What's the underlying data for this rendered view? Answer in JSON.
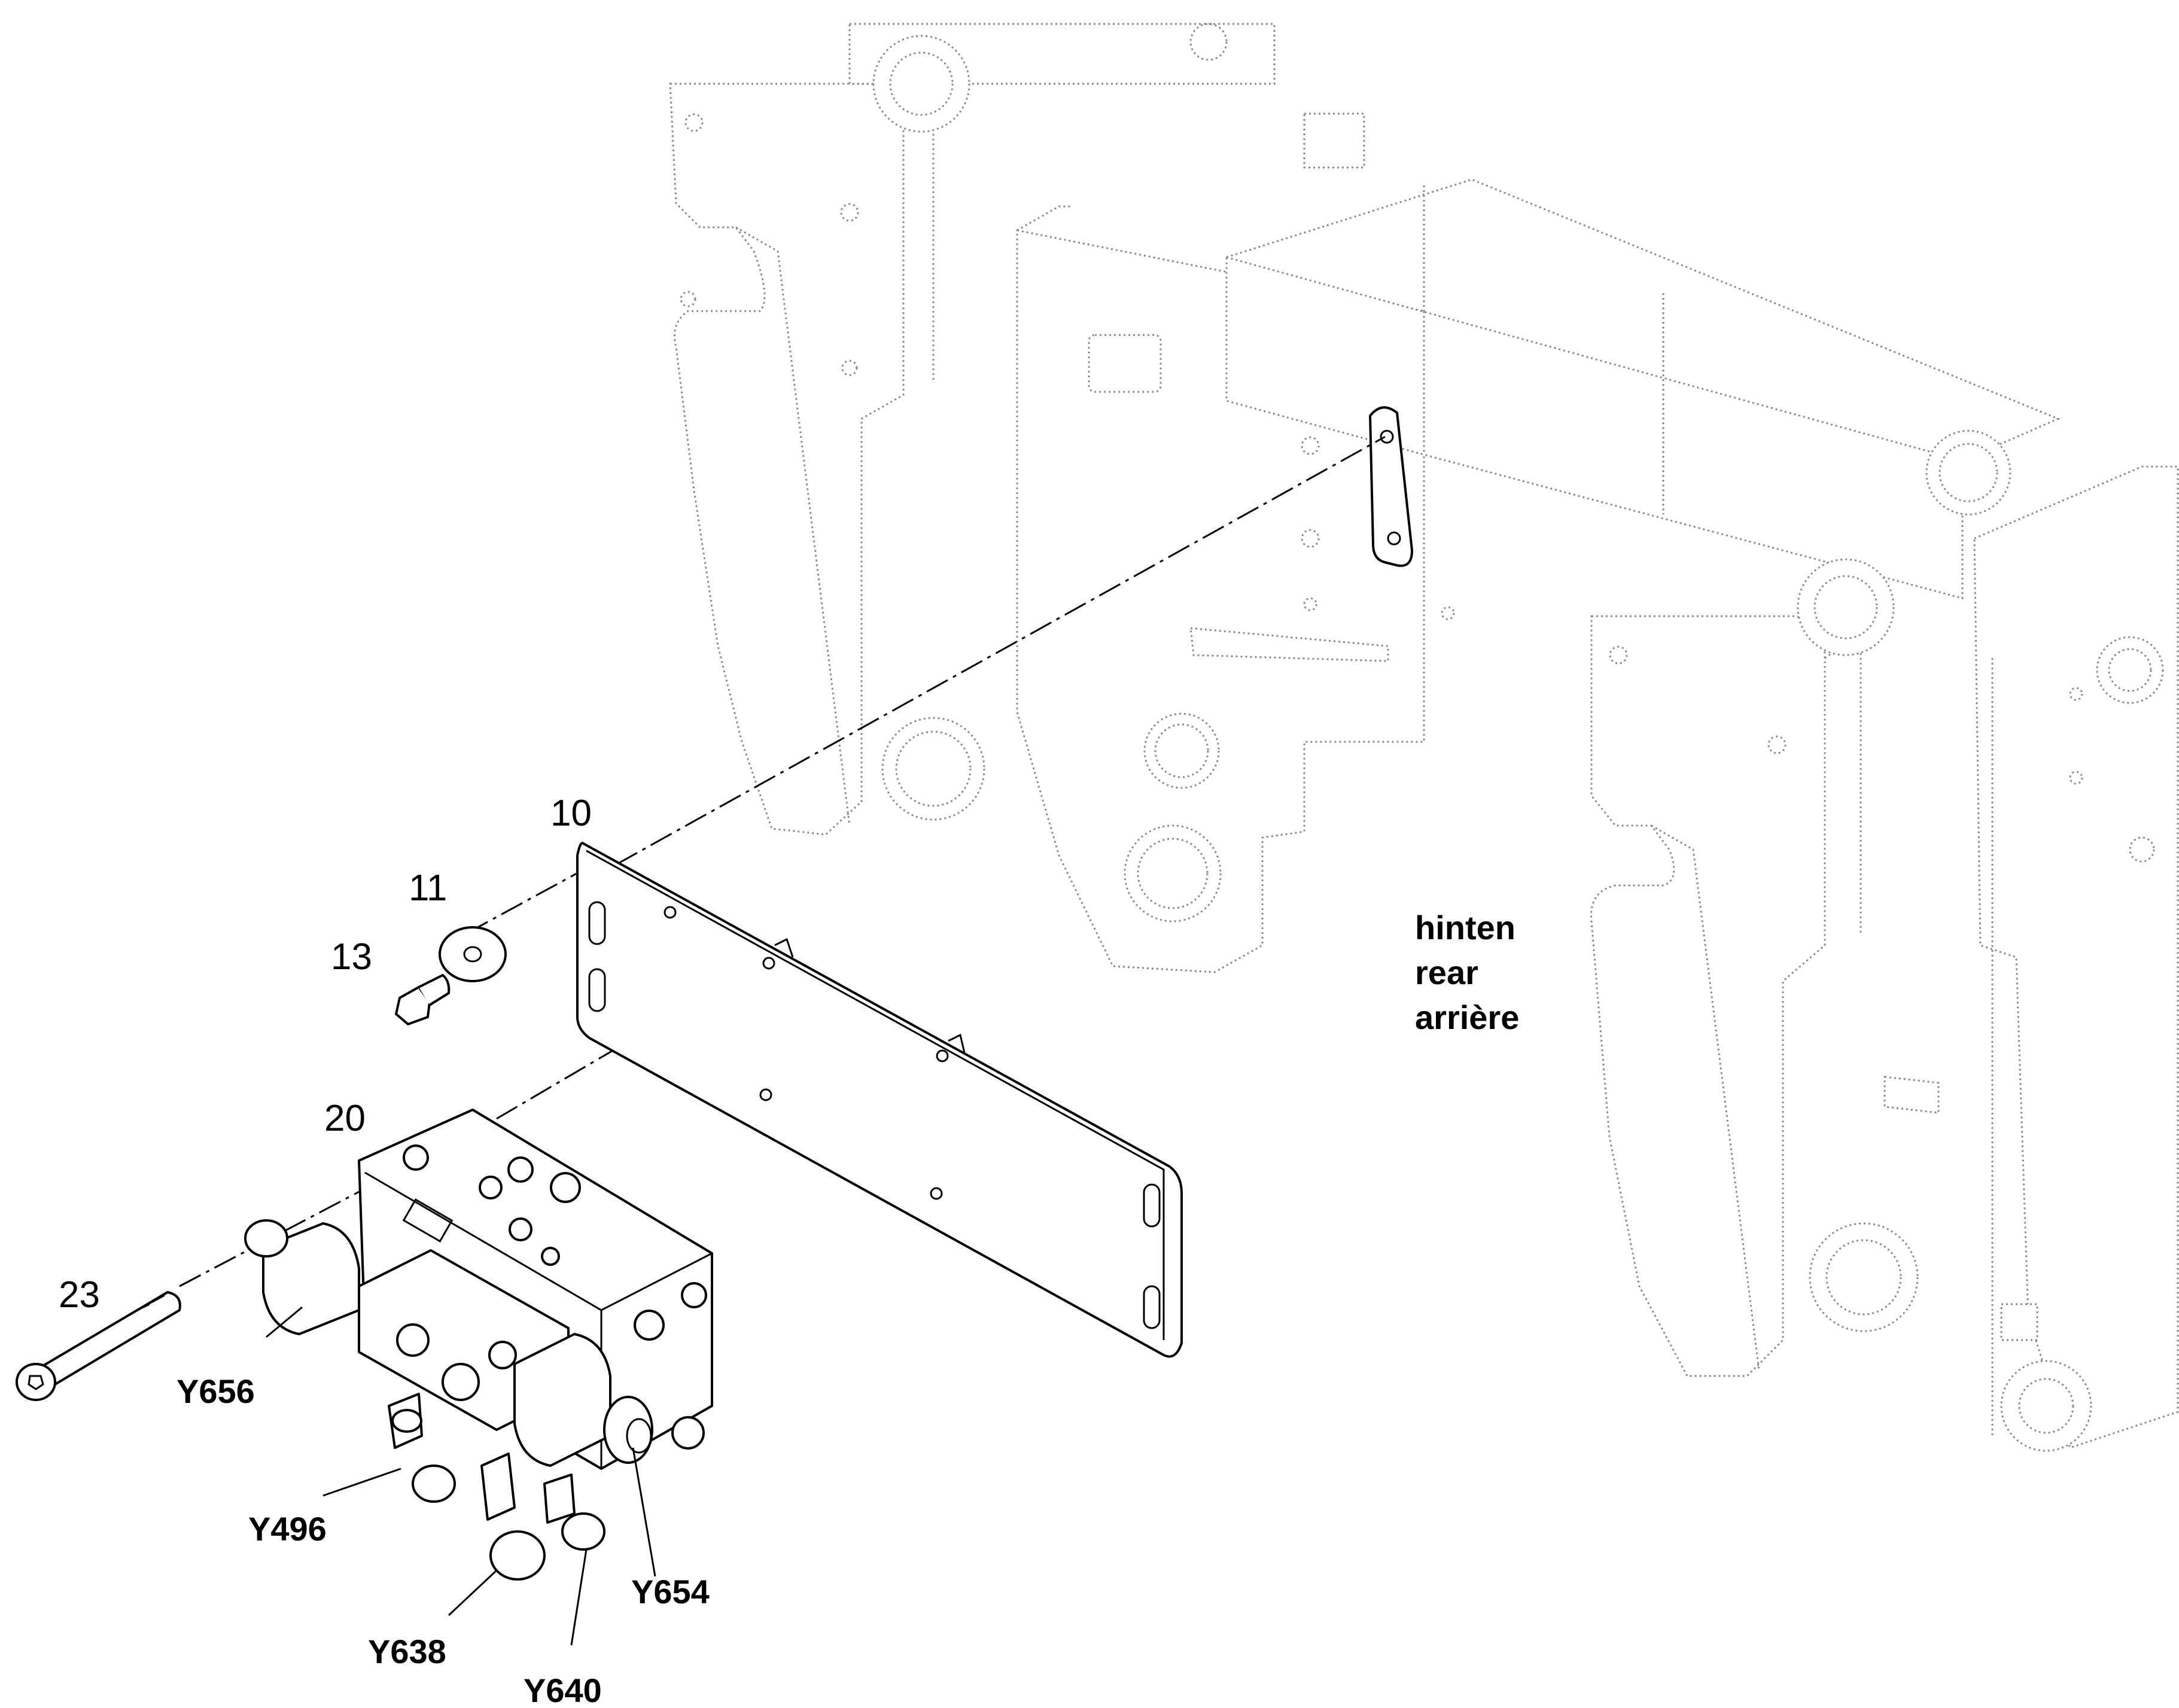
{
  "part_numbers": {
    "p10": "10",
    "p11": "11",
    "p13": "13",
    "p20": "20",
    "p23": "23"
  },
  "component_labels": {
    "y656": "Y656",
    "y496": "Y496",
    "y638": "Y638",
    "y640": "Y640",
    "y654": "Y654"
  },
  "orientation_note": {
    "german": "hinten",
    "english": "rear",
    "french": "arrière"
  }
}
